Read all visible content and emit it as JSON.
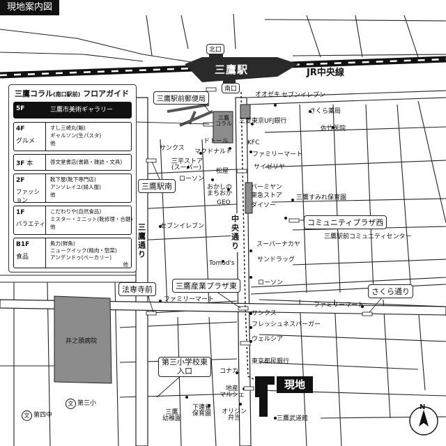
{
  "map_title": "現地案内図",
  "station": {
    "name": "三鷹駅",
    "north_exit": "北口",
    "south_exit": "南口",
    "line": "JR中央線"
  },
  "destination": "現地",
  "floor_guide": {
    "title": "三鷹コラル",
    "title_paren": "(南口駅前)",
    "title_suffix": "フロアガイド",
    "floors": [
      {
        "floor": "5F",
        "category": "",
        "shops": [
          "三鷹市美術ギャラリー"
        ]
      },
      {
        "floor": "4F",
        "category": "グルメ",
        "shops": [
          "すし三崎丸(鮨)",
          "ギャルソン(生パスタ)",
          "他"
        ]
      },
      {
        "floor": "3F",
        "category": "本",
        "shops": [
          "啓文堂書店(書籍・雑誌・文具)"
        ]
      },
      {
        "floor": "2F",
        "category": "ファッション",
        "shops": [
          "靴下屋(靴下専門店)",
          "アンソレイユ(婦人服)",
          "他"
        ]
      },
      {
        "floor": "1F",
        "category": "バラエティ",
        "shops": [
          "こだわりや(自然食品)",
          "ミスター・ミニット(靴修理・合鍵)",
          "他"
        ]
      },
      {
        "floor": "B1F",
        "category": "食品",
        "shops": [
          "魚力(鮮魚)",
          "ニュークイック(精肉・惣菜)",
          "アンデンドゥ(ベーカリー)",
          "他"
        ]
      }
    ]
  },
  "roads": {
    "mitaka_dori": "三鷹通り",
    "chuo_dori": "中央通り",
    "sakura_dori": "さくら通り"
  },
  "intersections": {
    "mitaka_ekimae_police": "三鷹駅前郵便局",
    "mitaka_ekiminami": "三鷹駅南",
    "community_plaza_nishi": "コミュニティプラザ西",
    "sangyo_plaza_higashi": "三鷹産業プラザ東",
    "hojuji_mae": "法専寺前",
    "sakura_dori": "さくら通り",
    "sansho_higashi_line1": "第三小学校東",
    "sansho_higashi_line2": "入口"
  },
  "places": {
    "coral_line1": "三鷹",
    "coral_line2": "コラル",
    "oozeki": "オオゼキ",
    "seven_eleven_1": "セブンイレブン",
    "mufg": "三菱東京UFJ銀行",
    "sakura_yakkyoku": "さくら薬局",
    "saku_hospital": "佐竹医院",
    "doutor": "ドトール",
    "kfc": "KFC",
    "sanks_1": "サンクス",
    "mcdonalds": "マクドナルド",
    "family_mart_1": "ファミリーマート",
    "sanpei_line1": "三平ストア",
    "sanpei_line2": "(スーパー)",
    "saizeriya": "サイゼリヤ",
    "matsuya": "松屋",
    "lawson_1": "ローソン",
    "okashi_line1": "おかしの",
    "okashi_line2": "まちおか",
    "geo": "GEO",
    "bamiyan": "バーミヤン",
    "tokyu_store": "東急ストア",
    "daiso": "ダイソー",
    "sumire_hoikuen": "三鷹すみれ保育園",
    "seven_eleven_2": "セブンイレブン",
    "ekimae_community_center": "三鷹駅前コミュニティセンター",
    "supermarket_nakaya": "スーパーナカヤ",
    "sun_drug": "サンドラッグ",
    "tomods": "Tomod's",
    "lawson_2": "ローソン",
    "family_mart_2": "ファミリーマート",
    "family_mart_3": "ファミリーマート",
    "sanks_2": "サンクス",
    "freshness_burger": "フレッシュネスバーガー",
    "welcia": "ウェルシア",
    "inokashira_hospital": "井之頭病院",
    "tokyo_toumin_bank": "東京都民銀行",
    "konaka": "コナカ",
    "jizo_marche_line1": "地産",
    "jizo_marche_line2": "マルシェ",
    "origin_line1": "オリジン",
    "origin_line2": "弁当",
    "shimorenjaku_line1": "下連雀",
    "shimorenjaku_line2": "保育園",
    "mitaka_kindergarten_line1": "三鷹",
    "mitaka_kindergarten_line2": "幼稚園",
    "mitaka_budokan": "三鷹武道館",
    "daiyon_chu": "第四中",
    "daisan_sho": "第三小",
    "school_symbol": "文"
  },
  "north_label": "N",
  "colors": {
    "ink": "#111111",
    "block_gray": "#8c8c8c",
    "light_gray": "#cfcfcf",
    "road_bg": "#ffffff"
  }
}
